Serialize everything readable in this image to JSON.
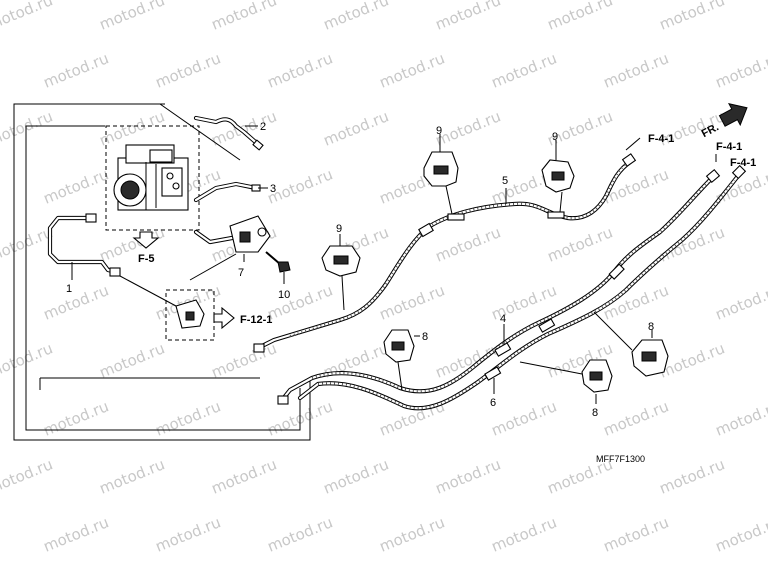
{
  "watermark": "motod.ru",
  "diagram_code": "MFF7F1300",
  "direction_label": "FR.",
  "references": {
    "f5": "F-5",
    "f12_1": "F-12-1",
    "f4_1": "F-4-1"
  },
  "callouts": {
    "c1": "1",
    "c2": "2",
    "c3": "3",
    "c4": "4",
    "c5": "5",
    "c6": "6",
    "c7": "7",
    "c8": "8",
    "c9": "9",
    "c10": "10"
  }
}
